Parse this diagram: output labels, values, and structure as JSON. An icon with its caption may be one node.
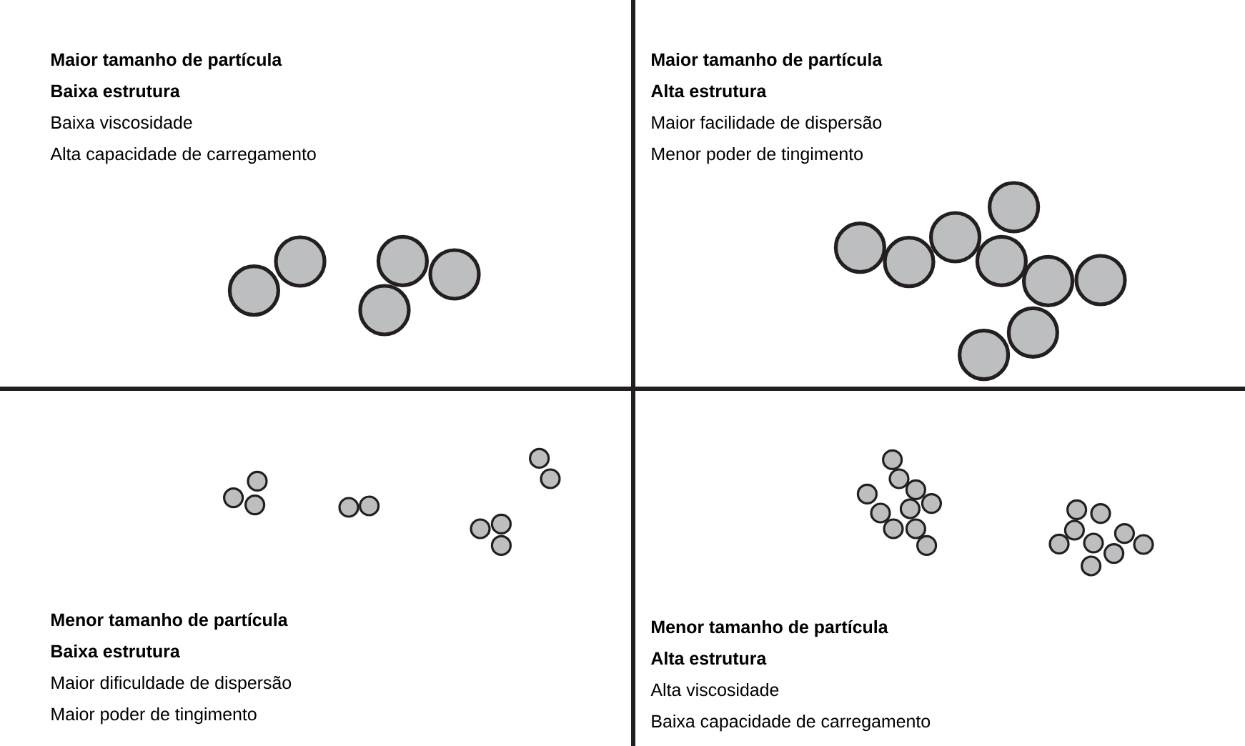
{
  "diagram": {
    "labels": [
      "Maior tamanho de partícula",
      "Baixa estrutura",
      "Baixa viscosidade",
      "Alta capacidade de carregamento",
      "Maior tamanho de partícula",
      "Alta estrutura",
      "Maior facilidade de dispersão",
      "Menor poder de tingimento",
      "Menor tamanho de partícula",
      "Baixa estrutura",
      "Maior dificuldade de dispersão",
      "Maior poder de tingimento",
      "Menor tamanho de partícula",
      "Alta estrutura",
      "Alta viscosidade",
      "Baixa capacidade de carregamento"
    ]
  }
}
